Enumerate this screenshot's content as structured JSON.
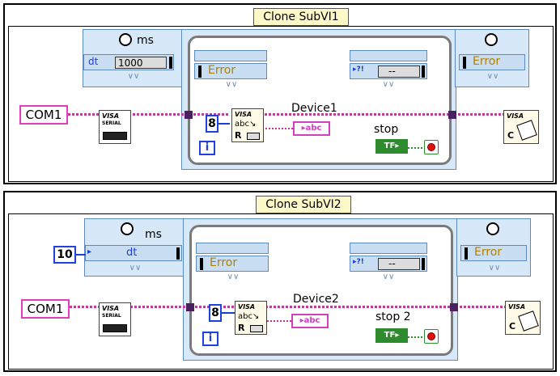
{
  "panels": [
    {
      "title": "Clone SubVI1",
      "wait_unit": "ms",
      "dt_label": "dt",
      "dt_value": "1000",
      "dt_const": "",
      "com": "COM1",
      "err_label": "Error",
      "err_label_right": "Error",
      "count": "8",
      "iteration": "i",
      "device": "Device1",
      "stop": "stop",
      "display": "--",
      "tf": "TF",
      "str_ind": "abc",
      "visa_read": "VISA",
      "visa_close": "VISA",
      "visa_serial": "VISA",
      "serial_txt": "SERIAL",
      "read_r": "R",
      "close_c": "C"
    },
    {
      "title": "Clone SubVI2",
      "wait_unit": "ms",
      "dt_label": "dt",
      "dt_value": "",
      "dt_const": "10",
      "com": "COM1",
      "err_label": "Error",
      "err_label_right": "Error",
      "count": "8",
      "iteration": "i",
      "device": "Device2",
      "stop": "stop 2",
      "display": "--",
      "tf": "TF",
      "str_ind": "abc",
      "visa_read": "VISA",
      "visa_close": "VISA",
      "visa_serial": "VISA",
      "serial_txt": "SERIAL",
      "read_r": "R",
      "close_c": "C"
    }
  ]
}
